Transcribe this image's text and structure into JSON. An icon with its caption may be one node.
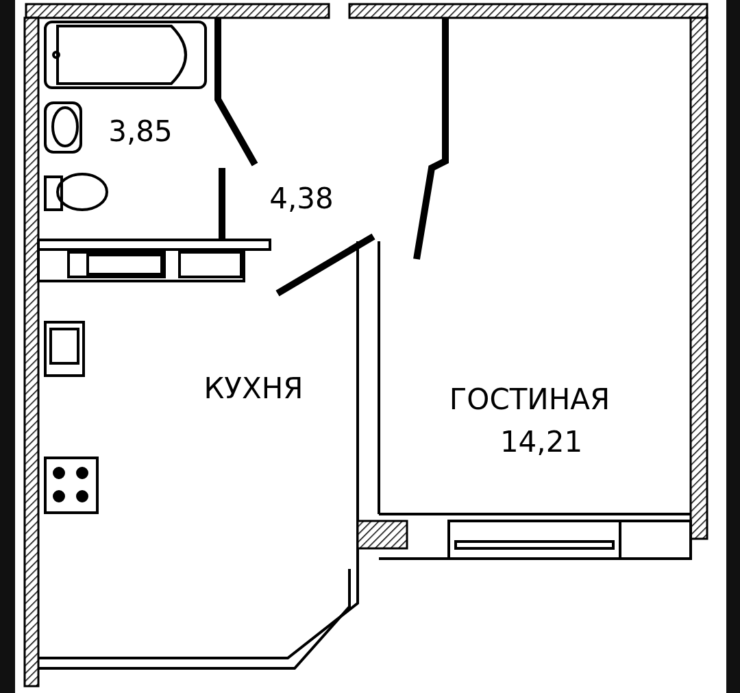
{
  "diagram": {
    "labels": [
      "3,85",
      "4,38",
      "КУХНЯ",
      "ГОСТИНАЯ",
      "14,21"
    ]
  }
}
